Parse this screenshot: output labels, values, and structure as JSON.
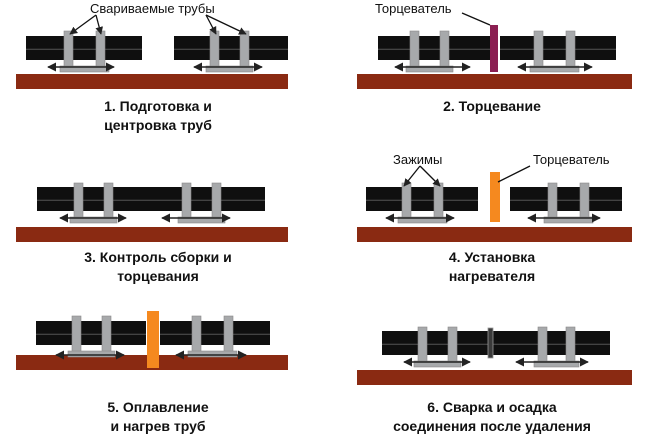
{
  "colors": {
    "pipe": "#0f0f0f",
    "clamp": "#a7a9ab",
    "base": "#8a2a12",
    "facer_dark": "#8b1f52",
    "heater": "#f5891f",
    "arrow": "#222222",
    "caption": "#111111"
  },
  "annotations": {
    "welded_pipes": "Свариваемые трубы",
    "facer_1": "Торцеватель",
    "clamps": "Зажимы",
    "facer_2": "Торцеватель"
  },
  "steps": [
    {
      "caption": "1. Подготовка и\nцентровка труб"
    },
    {
      "caption": "2. Торцевание"
    },
    {
      "caption": "3. Контроль сборки и\nторцевания"
    },
    {
      "caption": "4. Установка\nнагревателя"
    },
    {
      "caption": "5. Оплавление\nи нагрев труб"
    },
    {
      "caption": "6. Сварка и осадка\nсоединения после удаления"
    }
  ]
}
